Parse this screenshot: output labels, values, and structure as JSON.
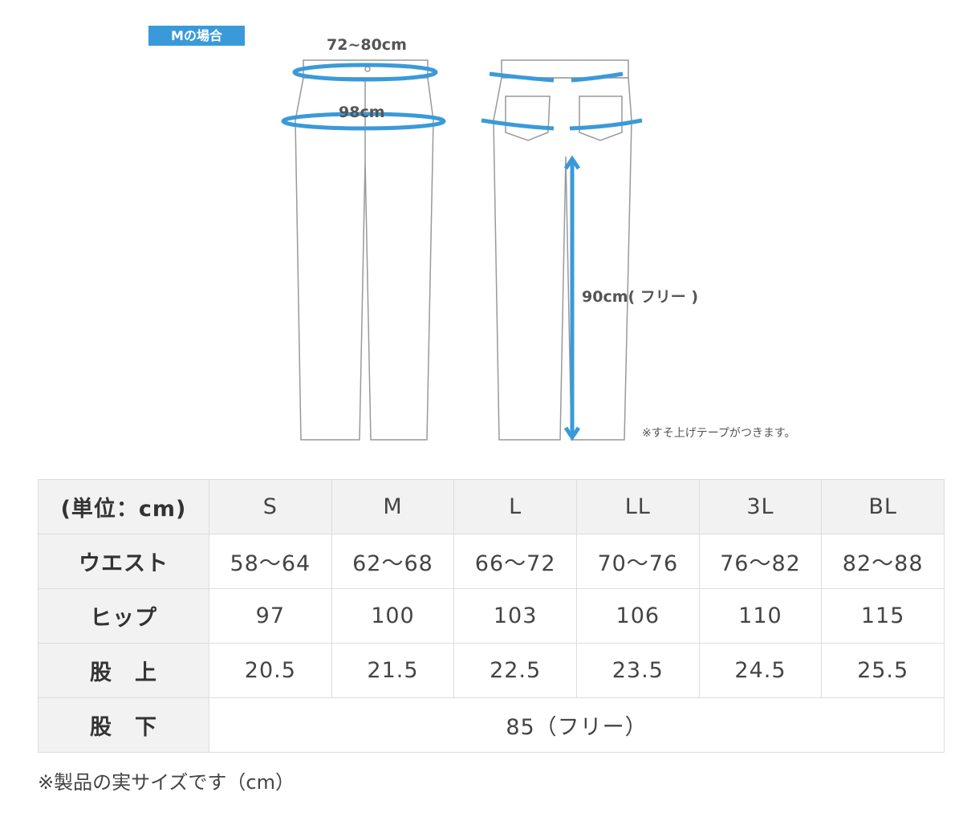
{
  "diagram": {
    "badge": "Mの場合",
    "waist_label": "72~80cm",
    "hip_label": "98cm",
    "inseam_label": "90cm( フリー )",
    "note": "※すそ上げテープがつきます。",
    "accent_color": "#3a9ad9"
  },
  "table": {
    "header": [
      "(単位：cm)",
      "S",
      "M",
      "L",
      "LL",
      "3L",
      "BL"
    ],
    "rows": [
      {
        "label": "ウエスト",
        "values": [
          "58〜64",
          "62〜68",
          "66〜72",
          "70〜76",
          "76〜82",
          "82〜88"
        ]
      },
      {
        "label": "ヒップ",
        "values": [
          "97",
          "100",
          "103",
          "106",
          "110",
          "115"
        ]
      },
      {
        "label": "股　上",
        "values": [
          "20.5",
          "21.5",
          "22.5",
          "23.5",
          "24.5",
          "25.5"
        ]
      },
      {
        "label": "股　下",
        "span_value": "85（フリー）"
      }
    ]
  },
  "footnote": "※製品の実サイズです（cm）"
}
